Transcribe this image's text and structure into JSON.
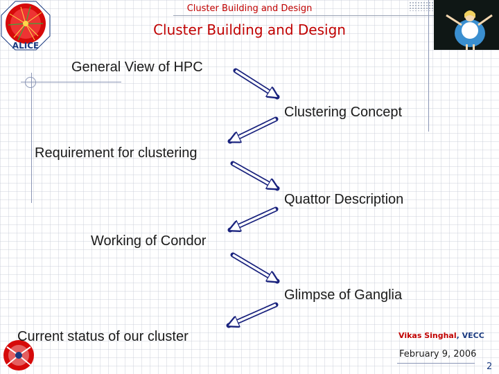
{
  "header": {
    "small_title": "Cluster Building and Design",
    "slide_title": "Cluster Building and Design"
  },
  "logos": {
    "top_left": "ALICE",
    "top_right": "alice-cartoon-picture",
    "bottom_left": "alice-logo-small"
  },
  "flow": {
    "topics": [
      "General View of HPC",
      "Clustering Concept",
      "Requirement for clustering",
      "Quattor Description",
      "Working of Condor",
      "Glimpse of Ganglia",
      "Current status of our cluster"
    ],
    "arrow_color": "#1a237e"
  },
  "footer": {
    "author_name": "Vikas Singhal",
    "author_sep": ", ",
    "author_org": "VECC",
    "date": "February 9, 2006",
    "page_number": "2"
  },
  "colors": {
    "title_red": "#c00000",
    "accent_blue": "#1a3a80"
  }
}
